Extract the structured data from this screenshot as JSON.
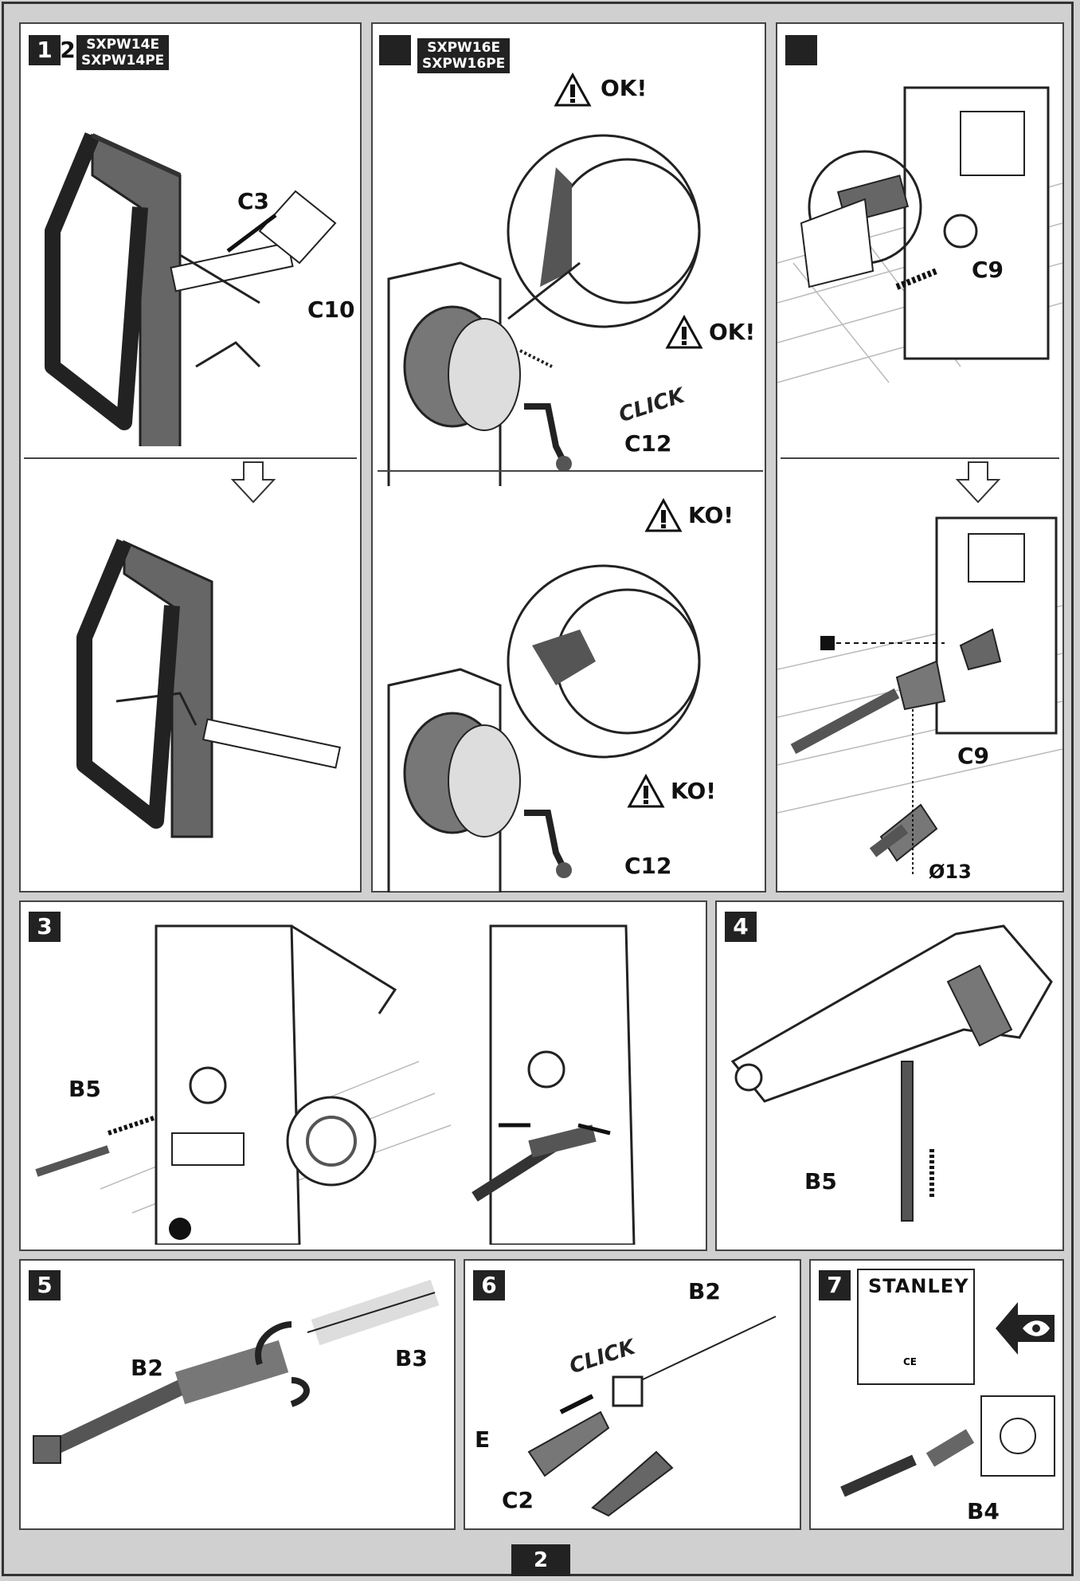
{
  "page_number": "2",
  "brand": "STANLEY",
  "panel1": {
    "number": "1",
    "number2": "2",
    "models": [
      "SXPW14E",
      "SXPW14PE"
    ],
    "labels": [
      "C3",
      "C10"
    ]
  },
  "panel2": {
    "models": [
      "SXPW16E",
      "SXPW16PE"
    ],
    "ok_label": "OK!",
    "ko_label": "KO!",
    "click": "CLICK",
    "part": "C12"
  },
  "panel3": {
    "label_c9": "C9",
    "diameter": "Ø13"
  },
  "panel_3": {
    "number": "3",
    "label": "B5"
  },
  "panel_4": {
    "number": "4",
    "label": "B5"
  },
  "panel_5": {
    "number": "5",
    "labels": [
      "B2",
      "B3"
    ]
  },
  "panel_6": {
    "number": "6",
    "labels": [
      "B2",
      "E",
      "C2"
    ],
    "click": "CLICK"
  },
  "panel_7": {
    "number": "7",
    "label": "B4",
    "manual_ce": "CE"
  }
}
